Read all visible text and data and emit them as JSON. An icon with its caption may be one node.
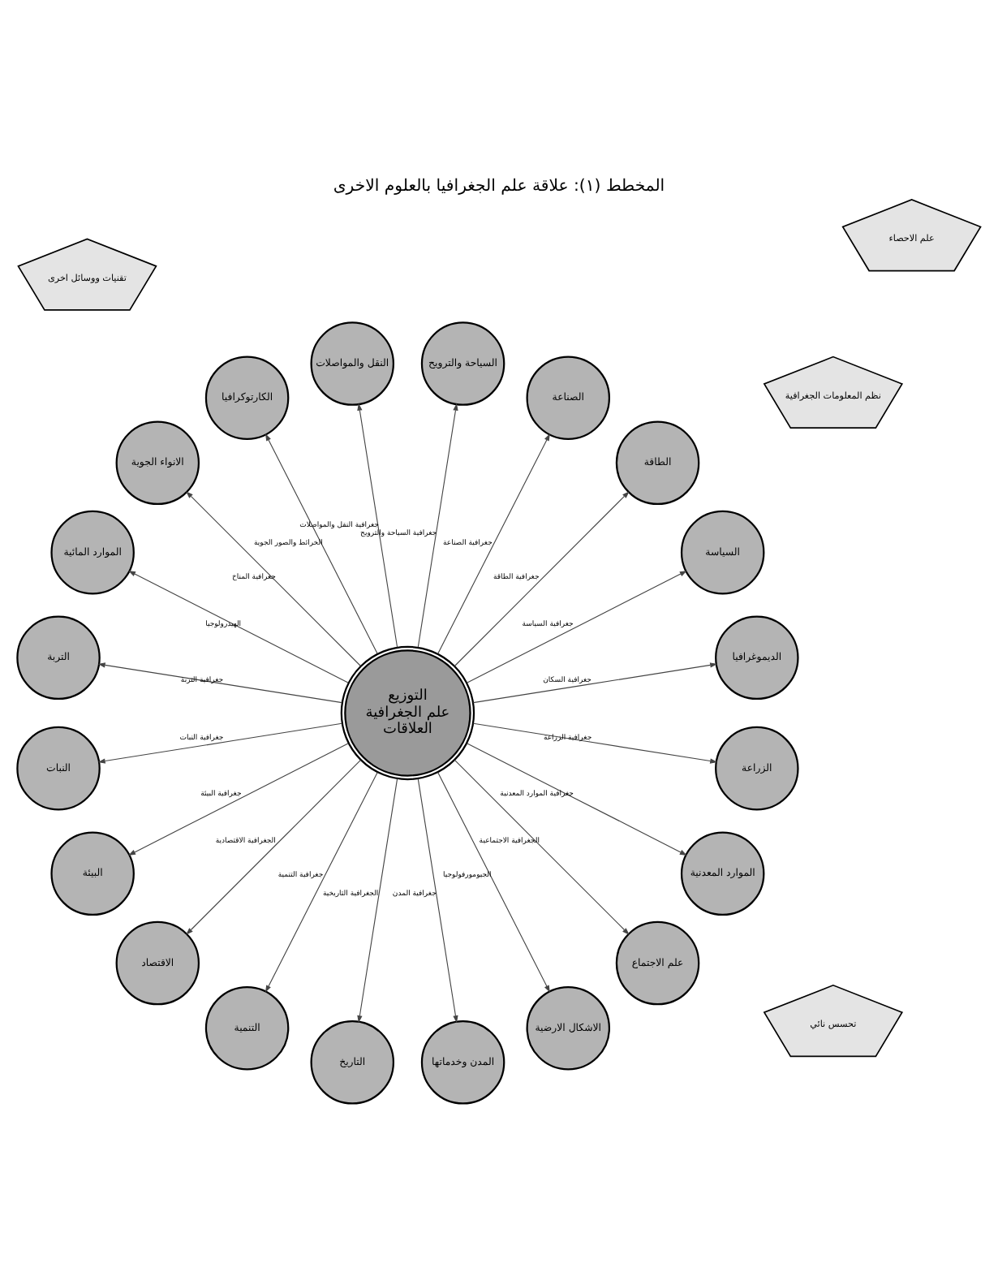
{
  "diagram": {
    "title": "المخطط (١): علاقة علم الجغرافيا بالعلوم الاخرى",
    "nodes": [
      {
        "text": [
          "التوزيع",
          "علم الجغرافية",
          "العلاقات"
        ]
      },
      {
        "text": [
          "الديموغرافيا"
        ]
      },
      {
        "text": [
          "السياسة"
        ]
      },
      {
        "text": [
          "الطاقة"
        ]
      },
      {
        "text": [
          "الصناعة"
        ]
      },
      {
        "text": [
          "السياحة والترويح"
        ]
      },
      {
        "text": [
          "النقل والمواصلات"
        ]
      },
      {
        "text": [
          "الكارتوكرافيا"
        ]
      },
      {
        "text": [
          "الانواء الجوية"
        ]
      },
      {
        "text": [
          "الموارد المائية"
        ]
      },
      {
        "text": [
          "التربة"
        ]
      },
      {
        "text": [
          "النبات"
        ]
      },
      {
        "text": [
          "البيئة"
        ]
      },
      {
        "text": [
          "الاقتصاد"
        ]
      },
      {
        "text": [
          "التنمية"
        ]
      },
      {
        "text": [
          "التاريخ"
        ]
      },
      {
        "text": [
          "المدن وخدماتها"
        ]
      },
      {
        "text": [
          "الاشكال الارضية"
        ]
      },
      {
        "text": [
          "علم الاجتماع"
        ]
      },
      {
        "text": [
          "الموارد المعدنية"
        ]
      },
      {
        "text": [
          "الزراعة"
        ]
      },
      {
        "text": [
          "تحسس نائي"
        ]
      },
      {
        "text": [
          "نظم المعلومات الجغرافية"
        ]
      },
      {
        "text": [
          "تقنيات ووسائل اخرى"
        ]
      },
      {
        "text": [
          "علم الاحصاء"
        ]
      }
    ],
    "edges": [
      {
        "from": 0,
        "to": 1,
        "arrow": "to",
        "label": "جغرافية السكان"
      },
      {
        "from": 0,
        "to": 2,
        "arrow": "to",
        "label": "جغرافية السياسة"
      },
      {
        "from": 0,
        "to": 3,
        "arrow": "to",
        "label": "جغرافية الطاقة"
      },
      {
        "from": 0,
        "to": 4,
        "arrow": "to",
        "label": "جغرافية الصناعة"
      },
      {
        "from": 0,
        "to": 5,
        "arrow": "to",
        "label": "جغرافية السياحة والترويح"
      },
      {
        "from": 0,
        "to": 6,
        "arrow": "to",
        "label": "جغرافية النقل والمواصلات"
      },
      {
        "from": 0,
        "to": 7,
        "arrow": "to",
        "label": "الخرائط والصور الجوية"
      },
      {
        "from": 0,
        "to": 8,
        "arrow": "to",
        "label": "جغرافية المناخ"
      },
      {
        "from": 0,
        "to": 9,
        "arrow": "to",
        "label": "الهيدرولوجيا"
      },
      {
        "from": 0,
        "to": 10,
        "arrow": "to",
        "label": "جغرافية التربة"
      },
      {
        "from": 0,
        "to": 11,
        "arrow": "to",
        "label": "جغرافية النبات"
      },
      {
        "from": 0,
        "to": 12,
        "arrow": "to",
        "label": "جغرافية البيئة"
      },
      {
        "from": 0,
        "to": 13,
        "arrow": "to",
        "label": "الجغرافية الاقتصادية"
      },
      {
        "from": 0,
        "to": 14,
        "arrow": "to",
        "label": "جغرافية التنمية"
      },
      {
        "from": 0,
        "to": 15,
        "arrow": "to",
        "label": "الجغرافية التاريخية"
      },
      {
        "from": 0,
        "to": 16,
        "arrow": "to",
        "label": "جغرافية المدن"
      },
      {
        "from": 0,
        "to": 17,
        "arrow": "to",
        "label": "الجيومورفولوجيا"
      },
      {
        "from": 0,
        "to": 18,
        "arrow": "to",
        "label": "الجغرافية الاجتماعية"
      },
      {
        "from": 0,
        "to": 19,
        "arrow": "to",
        "label": "جغرافية الموارد المعدنية"
      },
      {
        "from": 0,
        "to": 20,
        "arrow": "to",
        "label": "جغرافية الزراعة"
      }
    ]
  }
}
